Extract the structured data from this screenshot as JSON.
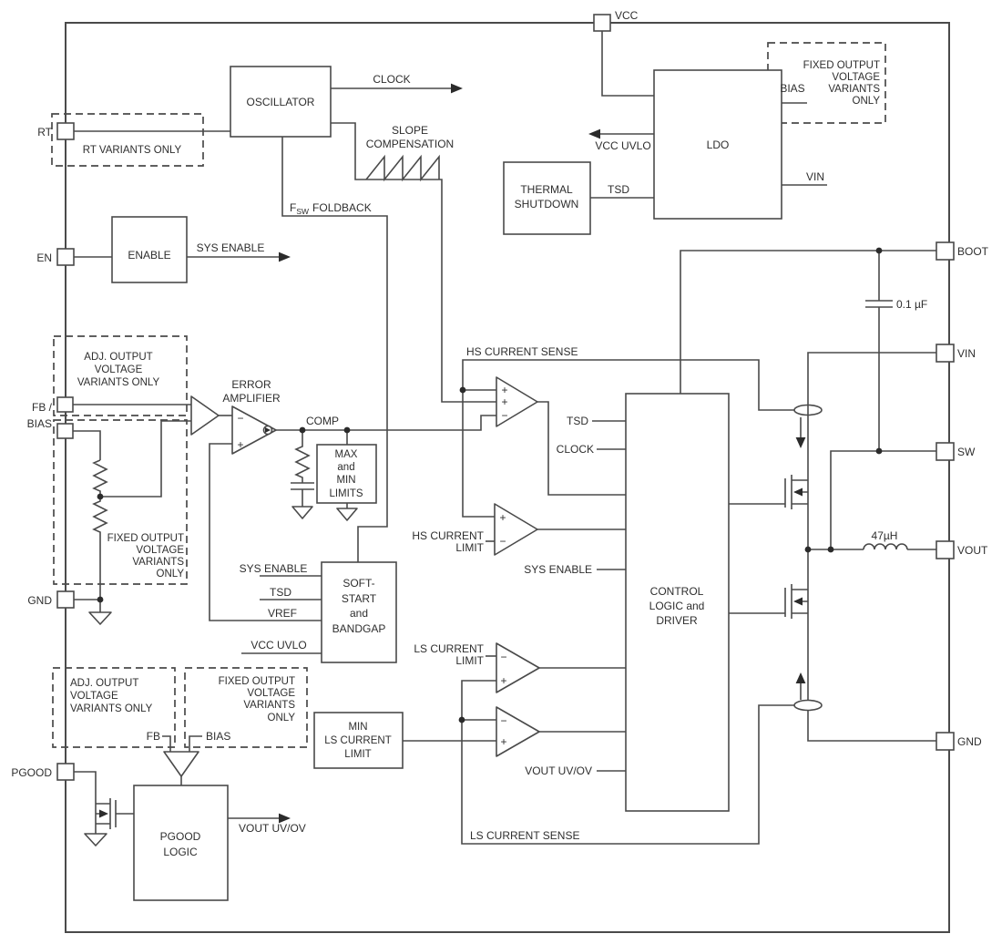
{
  "colors": {
    "line": "#4a4a4a",
    "text": "#2e2e2e",
    "background": "#ffffff"
  },
  "pins": {
    "vcc": "VCC",
    "rt": "RT",
    "en": "EN",
    "fb_bias_line1": "FB /",
    "fb_bias_line2": "BIAS",
    "gnd": "GND",
    "pgood": "PGOOD",
    "boot": "BOOT",
    "vin": "VIN",
    "sw": "SW",
    "vout": "VOUT"
  },
  "blocks": {
    "oscillator": "OSCILLATOR",
    "enable": "ENABLE",
    "thermal_shutdown": [
      "THERMAL",
      "SHUTDOWN"
    ],
    "ldo": "LDO",
    "soft_start_bandgap": [
      "SOFT-",
      "START",
      "and",
      "BANDGAP"
    ],
    "max_min_limits": [
      "MAX",
      "and",
      "MIN",
      "LIMITS"
    ],
    "min_ls_current_limit": [
      "MIN",
      "LS CURRENT",
      "LIMIT"
    ],
    "control_logic_driver": [
      "CONTROL",
      "LOGIC and",
      "DRIVER"
    ],
    "pgood_logic": [
      "PGOOD",
      "LOGIC"
    ],
    "error_amplifier": [
      "ERROR",
      "AMPLIFIER"
    ]
  },
  "signals": {
    "clock": "CLOCK",
    "slope_compensation": [
      "SLOPE",
      "COMPENSATION"
    ],
    "fsw": "F",
    "fsw_sub": "SW",
    "foldback": "FOLDBACK",
    "sys_enable": "SYS ENABLE",
    "vcc_uvlo": "VCC UVLO",
    "tsd": "TSD",
    "bias": "BIAS",
    "vin": "VIN",
    "vref": "VREF",
    "comp": "COMP",
    "fb": "FB",
    "hs_current_sense": "HS CURRENT SENSE",
    "hs_current_limit": [
      "HS CURRENT",
      "LIMIT"
    ],
    "ls_current_limit": [
      "LS CURRENT",
      "LIMIT"
    ],
    "ls_current_sense": "LS CURRENT SENSE",
    "vout_uv_ov": "VOUT UV/OV"
  },
  "variant_notes": {
    "rt": "RT VARIANTS ONLY",
    "adj": [
      "ADJ. OUTPUT",
      "VOLTAGE",
      "VARIANTS ONLY"
    ],
    "fixed": [
      "FIXED OUTPUT",
      "VOLTAGE",
      "VARIANTS",
      "ONLY"
    ]
  },
  "components": {
    "boot_capacitor": "0.1 µF",
    "output_inductor": "47µH"
  }
}
